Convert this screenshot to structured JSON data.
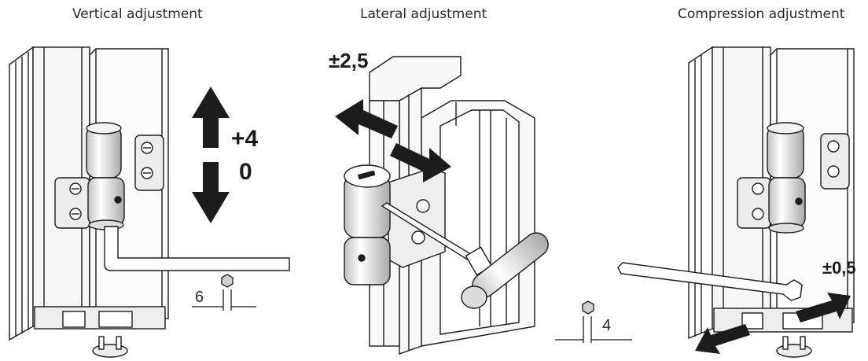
{
  "panels": [
    {
      "title": "Vertical adjustment",
      "range_upper": "+4",
      "range_lower": "0",
      "hex_key_size": "6"
    },
    {
      "title": "Lateral adjustment",
      "range": "±2,5",
      "hex_key_size": "4"
    },
    {
      "title": "Compression adjustment",
      "range": "±0,5"
    }
  ],
  "colors": {
    "line": "#1c1c1c",
    "profile_fill": "#f4f4f4",
    "shade": "#d9d9d9",
    "arrow": "#1c1c1c"
  },
  "icons": [
    "hexagon-icon",
    "hex-key-icon",
    "bidirectional-arrow-icon"
  ]
}
